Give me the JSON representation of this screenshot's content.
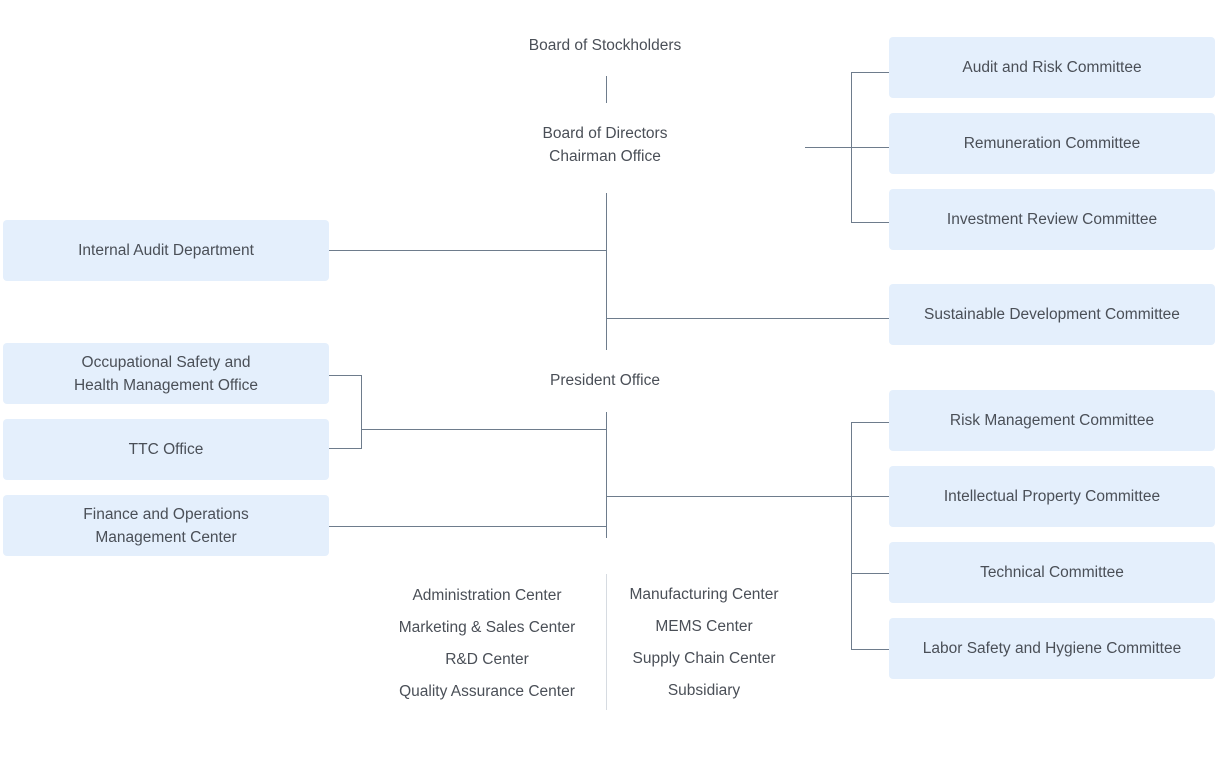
{
  "top": {
    "stockholders": "Board of Stockholders",
    "directors": "Board of Directors\nChairman Office",
    "president": "President Office"
  },
  "left_boxes": [
    "Internal Audit Department",
    "Occupational Safety and\nHealth Management Office",
    "TTC Office",
    "Finance and Operations\nManagement Center"
  ],
  "right_boxes": [
    "Audit and Risk Committee",
    "Remuneration Committee",
    "Investment Review Committee",
    "Sustainable Development Committee",
    "Risk Management Committee",
    "Intellectual Property Committee",
    "Technical Committee",
    "Labor Safety and Hygiene Committee"
  ],
  "centers_left": [
    "Administration Center",
    "Marketing & Sales Center",
    "R&D Center",
    "Quality Assurance Center"
  ],
  "centers_right": [
    "Manufacturing Center",
    "MEMS Center",
    "Supply Chain Center",
    "Subsidiary"
  ],
  "colors": {
    "box_fill": "#e4effc",
    "line": "#6e7c8c",
    "text": "#4a4f57"
  }
}
